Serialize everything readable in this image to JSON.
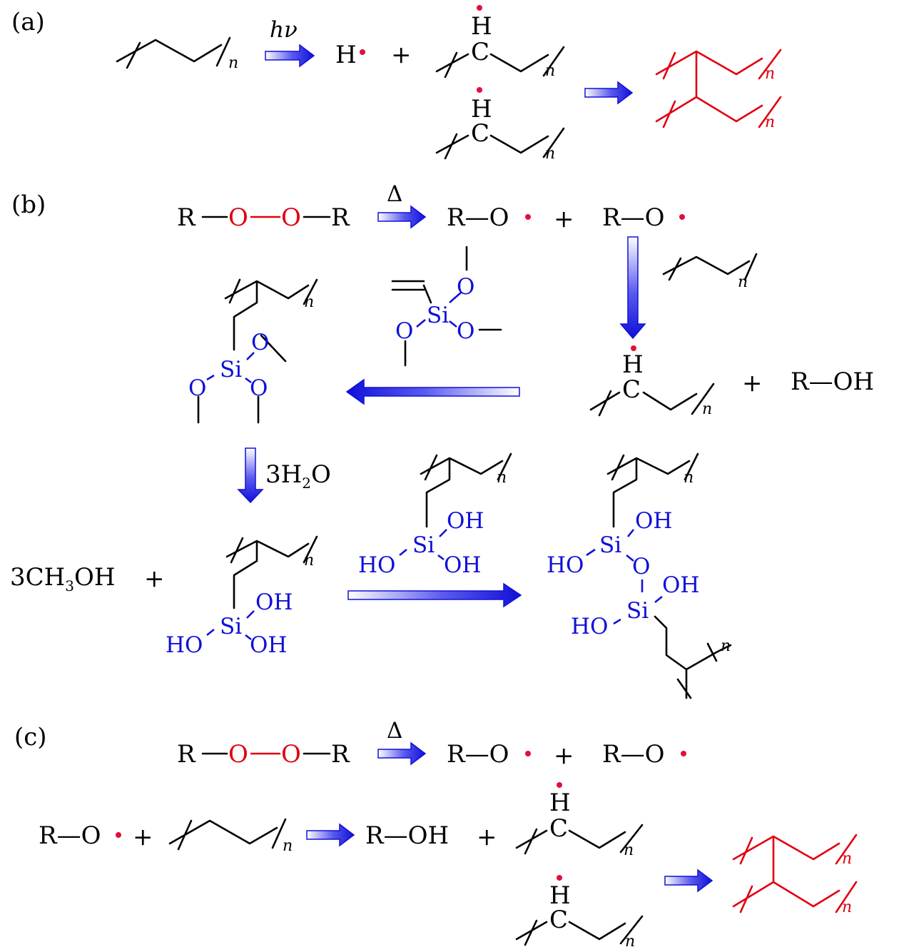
{
  "colors": {
    "arrow": "#1a1ae0",
    "radical_dot": "#e0103c",
    "crosslink": "#e00010",
    "silane": "#1010d8"
  },
  "panel_labels": {
    "a": "(a)",
    "b": "(b)",
    "c": "(c)"
  },
  "symbols": {
    "n": "n",
    "h": "H",
    "c": "C",
    "plus": "+",
    "hv": "hν",
    "delta": "Δ",
    "r": "R",
    "o": "O",
    "si": "Si",
    "oh": "OH",
    "ho": "HO",
    "roh": "R—OH",
    "ro": "R—O",
    "water": {
      "coef": "3H",
      "sub": "2",
      "tail": "O"
    },
    "methanol": {
      "coef": "3CH",
      "sub": "3",
      "tail": "OH"
    }
  }
}
